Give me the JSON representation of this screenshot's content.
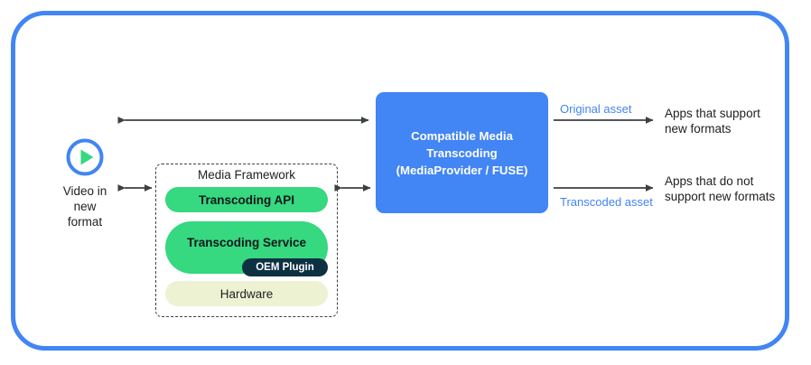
{
  "frame": {
    "border_color": "#4285f4"
  },
  "source": {
    "icon": "play-circle-icon",
    "caption": "Video in\nnew\nformat",
    "icon_ring_color": "#4285f4",
    "icon_triangle_color": "#36d880"
  },
  "media_framework": {
    "title": "Media Framework",
    "layers": [
      {
        "label": "Transcoding API",
        "color": "#36d880"
      },
      {
        "label": "Transcoding Service",
        "color": "#36d880"
      },
      {
        "label": "Hardware",
        "color": "#edf2d2"
      }
    ],
    "badge": {
      "label": "OEM Plugin",
      "color": "#0d3043"
    }
  },
  "central": {
    "label": "Compatible Media\nTranscoding\n(MediaProvider / FUSE)",
    "color": "#4285f4"
  },
  "outputs": [
    {
      "asset_label": "Original asset",
      "target_label": "Apps that support\nnew formats"
    },
    {
      "asset_label": "Transcoded asset",
      "target_label": "Apps that do not\nsupport new formats"
    }
  ],
  "arrows": {
    "top_bidirectional": "video-to-cmt-arrow",
    "mid_left_bidirectional": "video-to-framework-arrow",
    "mid_right_bidirectional": "framework-to-cmt-arrow",
    "color": "#3c4043"
  }
}
